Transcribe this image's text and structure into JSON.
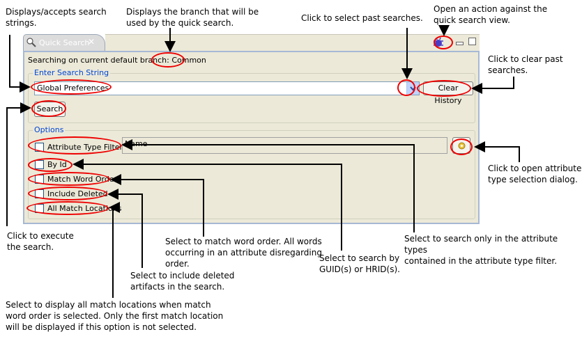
{
  "view": {
    "tab_title": "Quick Search",
    "tab_close": "✕",
    "branch_prefix": "Searching on current default branch:",
    "branch_name": "Common",
    "search_group_label": "Enter Search String",
    "search_value": "Global Preferences",
    "clear_history_label": "Clear History",
    "search_button_label": "Search",
    "options_group_label": "Options",
    "attribute_filter_label": "Attribute Type Filter:",
    "attribute_filter_value": "Name",
    "options": {
      "by_id": "By Id",
      "match_word_order": "Match Word Order",
      "include_deleted": "Include Deleted",
      "all_match_locations": "All Match Locations"
    }
  },
  "annotations": {
    "search_strings": "Displays/accepts search\nstrings.",
    "branch": "Displays the branch that will be\nused by the quick search.",
    "past_searches": "Click to select past searches.",
    "open_action": "Open an action against the\nquick search view.",
    "clear_past": "Click to clear past\nsearches.",
    "open_attr_dialog": "Click to open attribute\ntype selection dialog.",
    "execute": "Click to execute\nthe search.",
    "match_order": "Select to match word order. All words\noccurring in an attribute disregarding\norder.",
    "search_guid": "Select to search by\nGUID(s) or HRID(s).",
    "attr_types": "Select to search only in the attribute types\ncontained in the attribute type filter.",
    "include_deleted": "Select to include deleted\nartifacts in the search.",
    "all_locations": "Select to display all match locations when match\nword order is selected. Only the first match location\nwill be displayed if this option is not selected."
  },
  "colors": {
    "highlight": "#ee0000",
    "group_label": "#0046d5",
    "panel_bg": "#ece9d8"
  }
}
